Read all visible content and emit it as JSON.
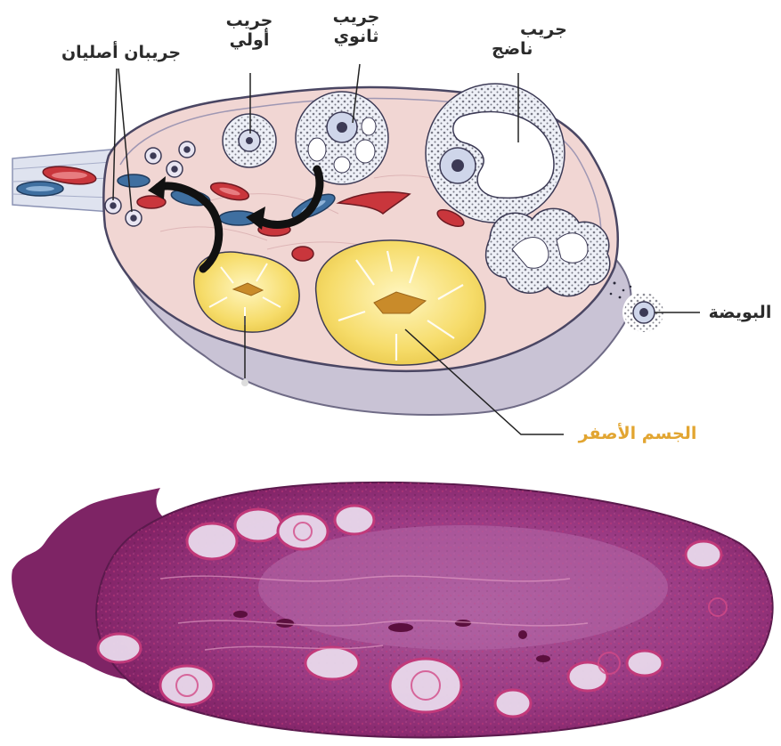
{
  "labels": {
    "primordial": "جريبان أصليان",
    "primary_line1": "جريب",
    "primary_line2": "أولي",
    "secondary_line1": "جريب",
    "secondary_line2": "ثانوي",
    "mature_line1": "جريب",
    "mature_line2": "ناضج",
    "ovum": "البويضة",
    "corpus_luteum": "الجسم الأصفر"
  },
  "colors": {
    "ovary_pink": "#f1d6d3",
    "ovary_shadow": "#c9c3d5",
    "corpus_yellow": "#f6dc6a",
    "vessel_red": "#c9363c",
    "vessel_blue": "#3f6fa0",
    "histology_purple": "#9a2f78",
    "corpus_label": "#e2a531"
  }
}
